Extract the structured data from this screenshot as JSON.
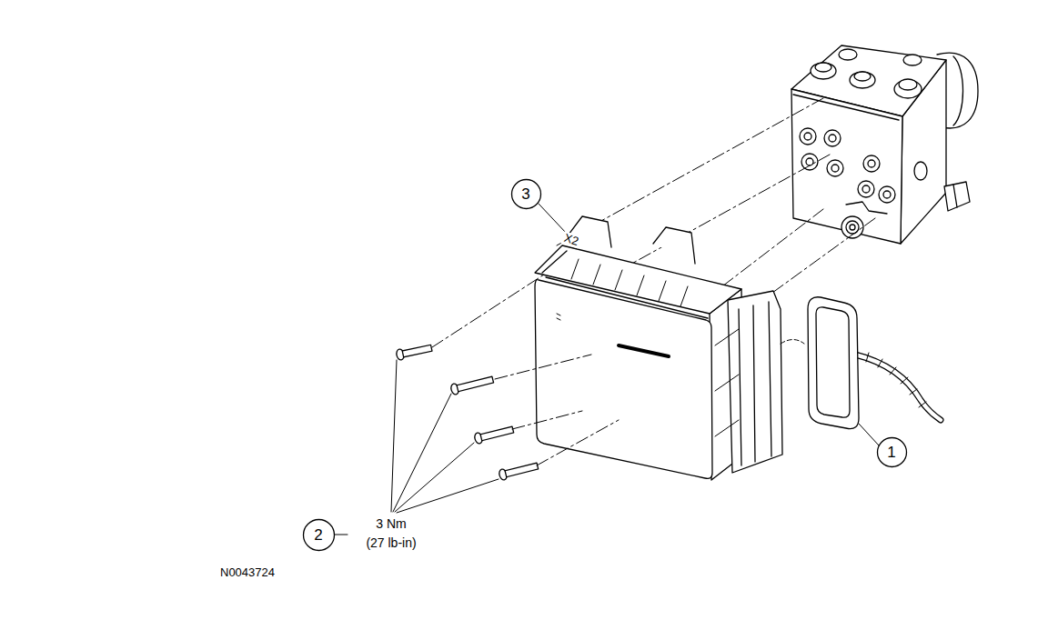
{
  "diagram": {
    "nodes": [
      {
        "text": [
          "3"
        ]
      },
      {
        "text": [
          "2"
        ]
      },
      {
        "text": [
          "1"
        ]
      }
    ],
    "labels": [
      "X2",
      "3 Nm",
      "(27 lb-in)",
      "N0043724"
    ]
  }
}
